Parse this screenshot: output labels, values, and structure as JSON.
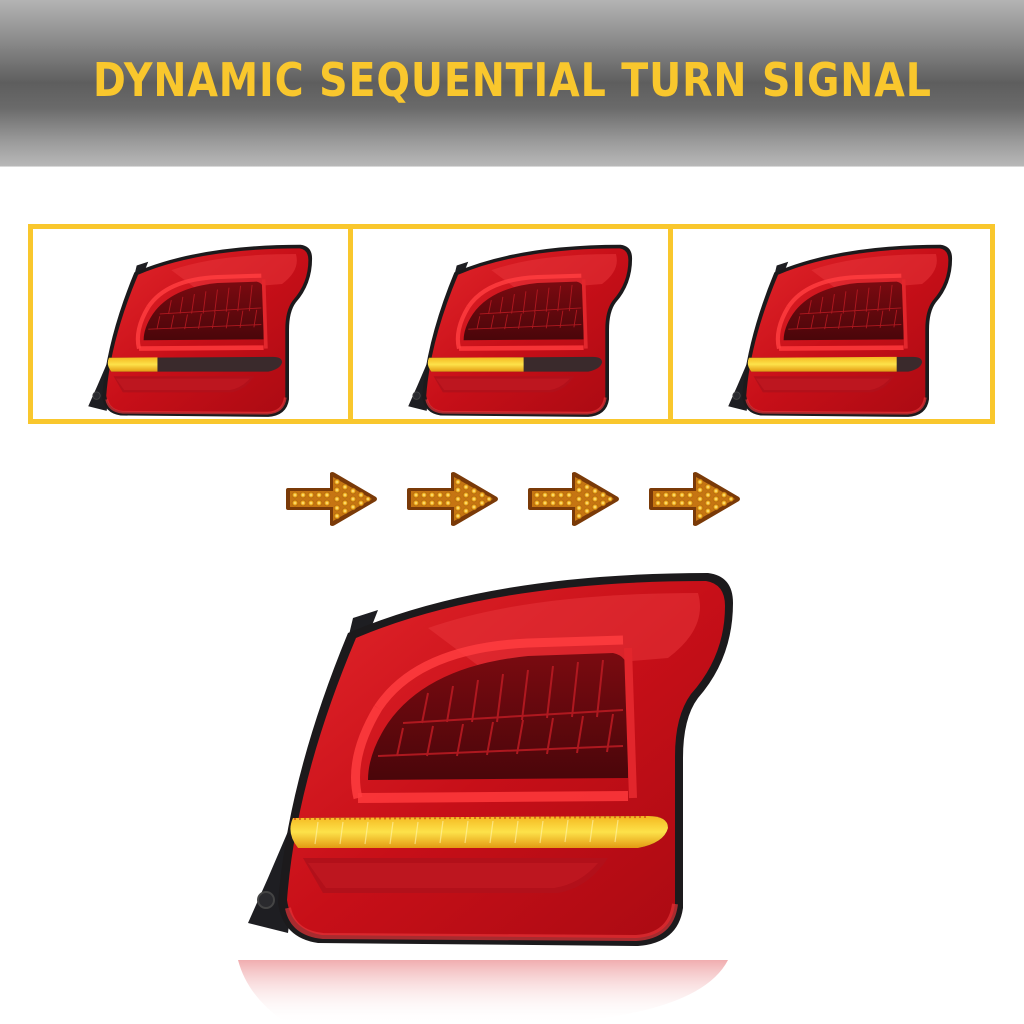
{
  "banner": {
    "title": "DYNAMIC SEQUENTIAL TURN SIGNAL",
    "title_color": "#f9c72d"
  },
  "sequence_panels": {
    "border_color": "#f9c72d",
    "items": [
      {
        "step": 1,
        "lit_fraction": 0.3
      },
      {
        "step": 2,
        "lit_fraction": 0.58
      },
      {
        "step": 3,
        "lit_fraction": 0.92
      }
    ]
  },
  "arrows": {
    "count": 4,
    "icon": "amber-led-arrow-right",
    "color": "#f2a21a"
  },
  "hero_light": {
    "description": "red LED tail light with amber sequential turn signal fully lit",
    "lens_color": "#d0141c",
    "signal_color": "#f7c21f"
  }
}
